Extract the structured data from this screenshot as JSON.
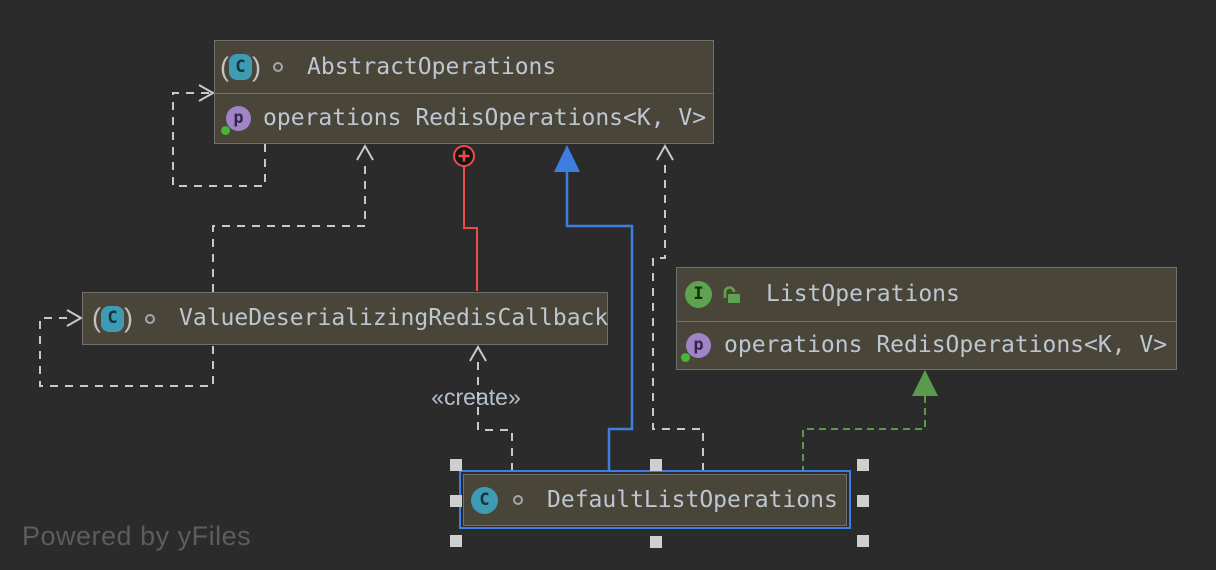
{
  "diagram": {
    "tool_watermark": "Powered by yFiles",
    "create_label": "«create»"
  },
  "colors": {
    "background": "#2b2b2b",
    "node_fill": "#4a4539",
    "node_border": "#707070",
    "node_text": "#bdc6d3",
    "edge_gray": "#c9c9c9",
    "edge_red": "#ee4b4b",
    "edge_blue": "#3d7ee0",
    "edge_green": "#5a9b4e",
    "selection_blue": "#3d7de6",
    "icon_teal": "#3d9cb4",
    "icon_green": "#5fa24f",
    "icon_purple": "#a184c6"
  },
  "icons": {
    "paren_open": "(",
    "paren_close": ")",
    "class_letter": "C",
    "interface_letter": "I",
    "property_letter": "p"
  },
  "nodes": {
    "abstract_operations": {
      "title": "AbstractOperations",
      "kind": "abstract class",
      "members": [
        {
          "text": "operations RedisOperations<K, V>"
        }
      ]
    },
    "value_deserializing_redis_callback": {
      "title": "ValueDeserializingRedisCallback",
      "kind": "abstract class",
      "members": []
    },
    "list_operations": {
      "title": "ListOperations",
      "kind": "interface",
      "members": [
        {
          "text": "operations RedisOperations<K, V>"
        }
      ]
    },
    "default_list_operations": {
      "title": "DefaultListOperations",
      "kind": "class",
      "selected": true,
      "members": []
    }
  },
  "edges": [
    {
      "from": "AbstractOperations",
      "to": "AbstractOperations",
      "type": "dependency",
      "style": "dashed-gray"
    },
    {
      "from": "ValueDeserializingRedisCallback",
      "to": "AbstractOperations",
      "type": "dependency",
      "style": "dashed-gray"
    },
    {
      "from": "ValueDeserializingRedisCallback",
      "to": "ValueDeserializingRedisCallback",
      "type": "dependency",
      "style": "dashed-gray"
    },
    {
      "from": "AbstractOperations",
      "to": "ValueDeserializingRedisCallback",
      "type": "inner-class",
      "style": "solid-red",
      "marker": "circle-plus"
    },
    {
      "from": "DefaultListOperations",
      "to": "AbstractOperations",
      "type": "extends",
      "style": "solid-blue",
      "marker": "filled-triangle"
    },
    {
      "from": "DefaultListOperations",
      "to": "AbstractOperations",
      "type": "dependency",
      "style": "dashed-gray"
    },
    {
      "from": "DefaultListOperations",
      "to": "ValueDeserializingRedisCallback",
      "type": "dependency",
      "style": "dashed-gray",
      "label": "«create»"
    },
    {
      "from": "DefaultListOperations",
      "to": "ListOperations",
      "type": "implements",
      "style": "dashed-green",
      "marker": "filled-triangle"
    }
  ]
}
